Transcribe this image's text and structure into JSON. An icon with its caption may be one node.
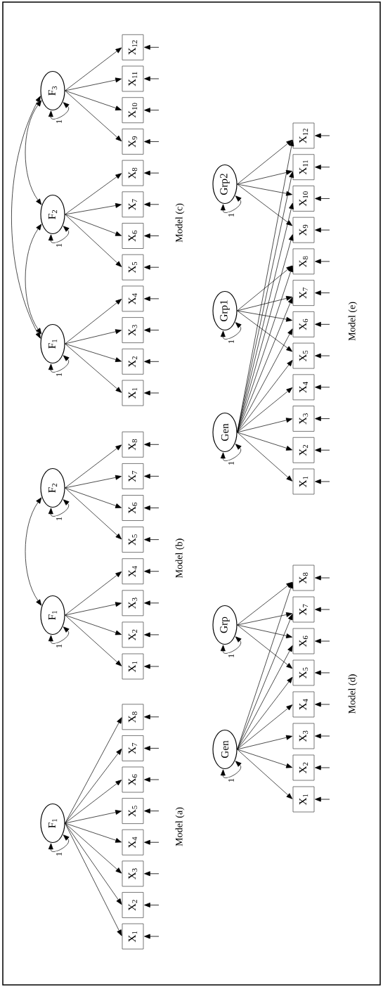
{
  "diagram": {
    "nodes": [
      {
        "text": [
          "F$_{1}$"
        ]
      },
      {
        "text": [
          "X$_{1}$"
        ]
      },
      {
        "text": [
          "X$_{2}$"
        ]
      },
      {
        "text": [
          "X$_{3}$"
        ]
      },
      {
        "text": [
          "X$_{4}$"
        ]
      },
      {
        "text": [
          "X$_{5}$"
        ]
      },
      {
        "text": [
          "X$_{6}$"
        ]
      },
      {
        "text": [
          "X$_{7}$"
        ]
      },
      {
        "text": [
          "X$_{8}$"
        ]
      },
      {
        "text": [
          "F$_{1}$"
        ]
      },
      {
        "text": [
          "F$_{2}$"
        ]
      },
      {
        "text": [
          "X$_{1}$"
        ]
      },
      {
        "text": [
          "X$_{2}$"
        ]
      },
      {
        "text": [
          "X$_{3}$"
        ]
      },
      {
        "text": [
          "X$_{4}$"
        ]
      },
      {
        "text": [
          "X$_{5}$"
        ]
      },
      {
        "text": [
          "X$_{6}$"
        ]
      },
      {
        "text": [
          "X$_{7}$"
        ]
      },
      {
        "text": [
          "X$_{8}$"
        ]
      },
      {
        "text": [
          "F$_{1}$"
        ]
      },
      {
        "text": [
          "F$_{2}$"
        ]
      },
      {
        "text": [
          "F$_{3}$"
        ]
      },
      {
        "text": [
          "X$_{1}$"
        ]
      },
      {
        "text": [
          "X$_{2}$"
        ]
      },
      {
        "text": [
          "X$_{3}$"
        ]
      },
      {
        "text": [
          "X$_{4}$"
        ]
      },
      {
        "text": [
          "X$_{5}$"
        ]
      },
      {
        "text": [
          "X$_{6}$"
        ]
      },
      {
        "text": [
          "X$_{7}$"
        ]
      },
      {
        "text": [
          "X$_{8}$"
        ]
      },
      {
        "text": [
          "X$_{9}$"
        ]
      },
      {
        "text": [
          "X$_{10}$"
        ]
      },
      {
        "text": [
          "X$_{11}$"
        ]
      },
      {
        "text": [
          "X$_{12}$"
        ]
      },
      {
        "text": [
          "Gen"
        ]
      },
      {
        "text": [
          "Grp"
        ]
      },
      {
        "text": [
          "X$_{1}$"
        ]
      },
      {
        "text": [
          "X$_{2}$"
        ]
      },
      {
        "text": [
          "X$_{3}$"
        ]
      },
      {
        "text": [
          "X$_{4}$"
        ]
      },
      {
        "text": [
          "X$_{5}$"
        ]
      },
      {
        "text": [
          "X$_{6}$"
        ]
      },
      {
        "text": [
          "X$_{7}$"
        ]
      },
      {
        "text": [
          "X$_{8}$"
        ]
      },
      {
        "text": [
          "Gen"
        ]
      },
      {
        "text": [
          "Grp1"
        ]
      },
      {
        "text": [
          "Grp2"
        ]
      },
      {
        "text": [
          "X$_{1}$"
        ]
      },
      {
        "text": [
          "X$_{2}$"
        ]
      },
      {
        "text": [
          "X$_{3}$"
        ]
      },
      {
        "text": [
          "X$_{4}$"
        ]
      },
      {
        "text": [
          "X$_{5}$"
        ]
      },
      {
        "text": [
          "X$_{6}$"
        ]
      },
      {
        "text": [
          "X$_{7}$"
        ]
      },
      {
        "text": [
          "X$_{8}$"
        ]
      },
      {
        "text": [
          "X$_{9}$"
        ]
      },
      {
        "text": [
          "X$_{10}$"
        ]
      },
      {
        "text": [
          "X$_{11}$"
        ]
      },
      {
        "text": [
          "X$_{12}$"
        ]
      }
    ],
    "edges": [
      {
        "from": 0,
        "to": 1,
        "arrow": "to"
      },
      {
        "from": 0,
        "to": 2,
        "arrow": "to"
      },
      {
        "from": 0,
        "to": 3,
        "arrow": "to"
      },
      {
        "from": 0,
        "to": 4,
        "arrow": "to"
      },
      {
        "from": 0,
        "to": 5,
        "arrow": "to"
      },
      {
        "from": 0,
        "to": 6,
        "arrow": "to"
      },
      {
        "from": 0,
        "to": 7,
        "arrow": "to"
      },
      {
        "from": 0,
        "to": 8,
        "arrow": "to"
      },
      {
        "from": 0,
        "to": 0,
        "arrow": "both",
        "label": "1"
      },
      {
        "from": null,
        "to": 1,
        "arrow": "to"
      },
      {
        "from": null,
        "to": 2,
        "arrow": "to"
      },
      {
        "from": null,
        "to": 3,
        "arrow": "to"
      },
      {
        "from": null,
        "to": 4,
        "arrow": "to"
      },
      {
        "from": null,
        "to": 5,
        "arrow": "to"
      },
      {
        "from": null,
        "to": 6,
        "arrow": "to"
      },
      {
        "from": null,
        "to": 7,
        "arrow": "to"
      },
      {
        "from": null,
        "to": 8,
        "arrow": "to"
      },
      {
        "from": 9,
        "to": 11,
        "arrow": "to"
      },
      {
        "from": 9,
        "to": 12,
        "arrow": "to"
      },
      {
        "from": 9,
        "to": 13,
        "arrow": "to"
      },
      {
        "from": 9,
        "to": 14,
        "arrow": "to"
      },
      {
        "from": 10,
        "to": 15,
        "arrow": "to"
      },
      {
        "from": 10,
        "to": 16,
        "arrow": "to"
      },
      {
        "from": 10,
        "to": 17,
        "arrow": "to"
      },
      {
        "from": 10,
        "to": 18,
        "arrow": "to"
      },
      {
        "from": 9,
        "to": 10,
        "arrow": "both"
      },
      {
        "from": 9,
        "to": 9,
        "arrow": "both",
        "label": "1"
      },
      {
        "from": 10,
        "to": 10,
        "arrow": "both",
        "label": "1"
      },
      {
        "from": null,
        "to": 11,
        "arrow": "to"
      },
      {
        "from": null,
        "to": 12,
        "arrow": "to"
      },
      {
        "from": null,
        "to": 13,
        "arrow": "to"
      },
      {
        "from": null,
        "to": 14,
        "arrow": "to"
      },
      {
        "from": null,
        "to": 15,
        "arrow": "to"
      },
      {
        "from": null,
        "to": 16,
        "arrow": "to"
      },
      {
        "from": null,
        "to": 17,
        "arrow": "to"
      },
      {
        "from": null,
        "to": 18,
        "arrow": "to"
      },
      {
        "from": 19,
        "to": 22,
        "arrow": "to"
      },
      {
        "from": 19,
        "to": 23,
        "arrow": "to"
      },
      {
        "from": 19,
        "to": 24,
        "arrow": "to"
      },
      {
        "from": 19,
        "to": 25,
        "arrow": "to"
      },
      {
        "from": 20,
        "to": 26,
        "arrow": "to"
      },
      {
        "from": 20,
        "to": 27,
        "arrow": "to"
      },
      {
        "from": 20,
        "to": 28,
        "arrow": "to"
      },
      {
        "from": 20,
        "to": 29,
        "arrow": "to"
      },
      {
        "from": 21,
        "to": 30,
        "arrow": "to"
      },
      {
        "from": 21,
        "to": 31,
        "arrow": "to"
      },
      {
        "from": 21,
        "to": 32,
        "arrow": "to"
      },
      {
        "from": 21,
        "to": 33,
        "arrow": "to"
      },
      {
        "from": 19,
        "to": 20,
        "arrow": "both"
      },
      {
        "from": 20,
        "to": 21,
        "arrow": "both"
      },
      {
        "from": 19,
        "to": 21,
        "arrow": "both"
      },
      {
        "from": 19,
        "to": 19,
        "arrow": "both",
        "label": "1"
      },
      {
        "from": 20,
        "to": 20,
        "arrow": "both",
        "label": "1"
      },
      {
        "from": 21,
        "to": 21,
        "arrow": "both",
        "label": "1"
      },
      {
        "from": null,
        "to": 22,
        "arrow": "to"
      },
      {
        "from": null,
        "to": 23,
        "arrow": "to"
      },
      {
        "from": null,
        "to": 24,
        "arrow": "to"
      },
      {
        "from": null,
        "to": 25,
        "arrow": "to"
      },
      {
        "from": null,
        "to": 26,
        "arrow": "to"
      },
      {
        "from": null,
        "to": 27,
        "arrow": "to"
      },
      {
        "from": null,
        "to": 28,
        "arrow": "to"
      },
      {
        "from": null,
        "to": 29,
        "arrow": "to"
      },
      {
        "from": null,
        "to": 30,
        "arrow": "to"
      },
      {
        "from": null,
        "to": 31,
        "arrow": "to"
      },
      {
        "from": null,
        "to": 32,
        "arrow": "to"
      },
      {
        "from": null,
        "to": 33,
        "arrow": "to"
      },
      {
        "from": 34,
        "to": 36,
        "arrow": "to"
      },
      {
        "from": 34,
        "to": 37,
        "arrow": "to"
      },
      {
        "from": 34,
        "to": 38,
        "arrow": "to"
      },
      {
        "from": 34,
        "to": 39,
        "arrow": "to"
      },
      {
        "from": 34,
        "to": 40,
        "arrow": "to"
      },
      {
        "from": 34,
        "to": 41,
        "arrow": "to"
      },
      {
        "from": 34,
        "to": 42,
        "arrow": "to"
      },
      {
        "from": 34,
        "to": 43,
        "arrow": "to"
      },
      {
        "from": 35,
        "to": 40,
        "arrow": "to"
      },
      {
        "from": 35,
        "to": 41,
        "arrow": "to"
      },
      {
        "from": 35,
        "to": 42,
        "arrow": "to"
      },
      {
        "from": 35,
        "to": 43,
        "arrow": "to"
      },
      {
        "from": 34,
        "to": 34,
        "arrow": "both",
        "label": "1"
      },
      {
        "from": 35,
        "to": 35,
        "arrow": "both",
        "label": "1"
      },
      {
        "from": null,
        "to": 36,
        "arrow": "to"
      },
      {
        "from": null,
        "to": 37,
        "arrow": "to"
      },
      {
        "from": null,
        "to": 38,
        "arrow": "to"
      },
      {
        "from": null,
        "to": 39,
        "arrow": "to"
      },
      {
        "from": null,
        "to": 40,
        "arrow": "to"
      },
      {
        "from": null,
        "to": 41,
        "arrow": "to"
      },
      {
        "from": null,
        "to": 42,
        "arrow": "to"
      },
      {
        "from": null,
        "to": 43,
        "arrow": "to"
      },
      {
        "from": 44,
        "to": 47,
        "arrow": "to"
      },
      {
        "from": 44,
        "to": 48,
        "arrow": "to"
      },
      {
        "from": 44,
        "to": 49,
        "arrow": "to"
      },
      {
        "from": 44,
        "to": 50,
        "arrow": "to"
      },
      {
        "from": 44,
        "to": 51,
        "arrow": "to"
      },
      {
        "from": 44,
        "to": 52,
        "arrow": "to"
      },
      {
        "from": 44,
        "to": 53,
        "arrow": "to"
      },
      {
        "from": 44,
        "to": 54,
        "arrow": "to"
      },
      {
        "from": 44,
        "to": 55,
        "arrow": "to"
      },
      {
        "from": 44,
        "to": 56,
        "arrow": "to"
      },
      {
        "from": 44,
        "to": 57,
        "arrow": "to"
      },
      {
        "from": 44,
        "to": 58,
        "arrow": "to"
      },
      {
        "from": 45,
        "to": 51,
        "arrow": "to"
      },
      {
        "from": 45,
        "to": 52,
        "arrow": "to"
      },
      {
        "from": 45,
        "to": 53,
        "arrow": "to"
      },
      {
        "from": 45,
        "to": 54,
        "arrow": "to"
      },
      {
        "from": 46,
        "to": 55,
        "arrow": "to"
      },
      {
        "from": 46,
        "to": 56,
        "arrow": "to"
      },
      {
        "from": 46,
        "to": 57,
        "arrow": "to"
      },
      {
        "from": 46,
        "to": 58,
        "arrow": "to"
      },
      {
        "from": 44,
        "to": 44,
        "arrow": "both",
        "label": "1"
      },
      {
        "from": 45,
        "to": 45,
        "arrow": "both",
        "label": "1"
      },
      {
        "from": 46,
        "to": 46,
        "arrow": "both",
        "label": "1"
      },
      {
        "from": null,
        "to": 47,
        "arrow": "to"
      },
      {
        "from": null,
        "to": 48,
        "arrow": "to"
      },
      {
        "from": null,
        "to": 49,
        "arrow": "to"
      },
      {
        "from": null,
        "to": 50,
        "arrow": "to"
      },
      {
        "from": null,
        "to": 51,
        "arrow": "to"
      },
      {
        "from": null,
        "to": 52,
        "arrow": "to"
      },
      {
        "from": null,
        "to": 53,
        "arrow": "to"
      },
      {
        "from": null,
        "to": 54,
        "arrow": "to"
      },
      {
        "from": null,
        "to": 55,
        "arrow": "to"
      },
      {
        "from": null,
        "to": 56,
        "arrow": "to"
      },
      {
        "from": null,
        "to": 57,
        "arrow": "to"
      },
      {
        "from": null,
        "to": 58,
        "arrow": "to"
      }
    ],
    "labels": [
      "Model (a)",
      "Model (b)",
      "Model (c)",
      "Model (d)",
      "Model (e)"
    ]
  }
}
